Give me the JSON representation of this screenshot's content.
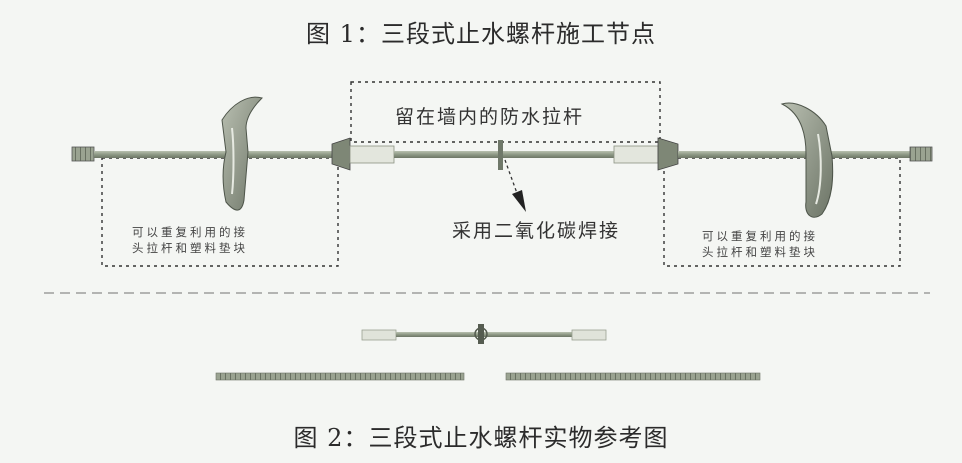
{
  "figure1": {
    "caption": "图 1：三段式止水螺杆施工节点",
    "label_middle": "留在墙内的防水拉杆",
    "label_weld": "采用二氧化碳焊接",
    "note_left_line1": "可以重复利用的接",
    "note_left_line2": "头拉杆和塑料垫块",
    "note_right_line1": "可以重复利用的接",
    "note_right_line2": "头拉杆和塑料垫块"
  },
  "figure2": {
    "caption": "图 2：三段式止水螺杆实物参考图"
  },
  "colors": {
    "ink": "#2b2b2b",
    "rod": "#8f9a86",
    "rod_dark": "#5e6757",
    "paper": "#f4f6f3"
  }
}
